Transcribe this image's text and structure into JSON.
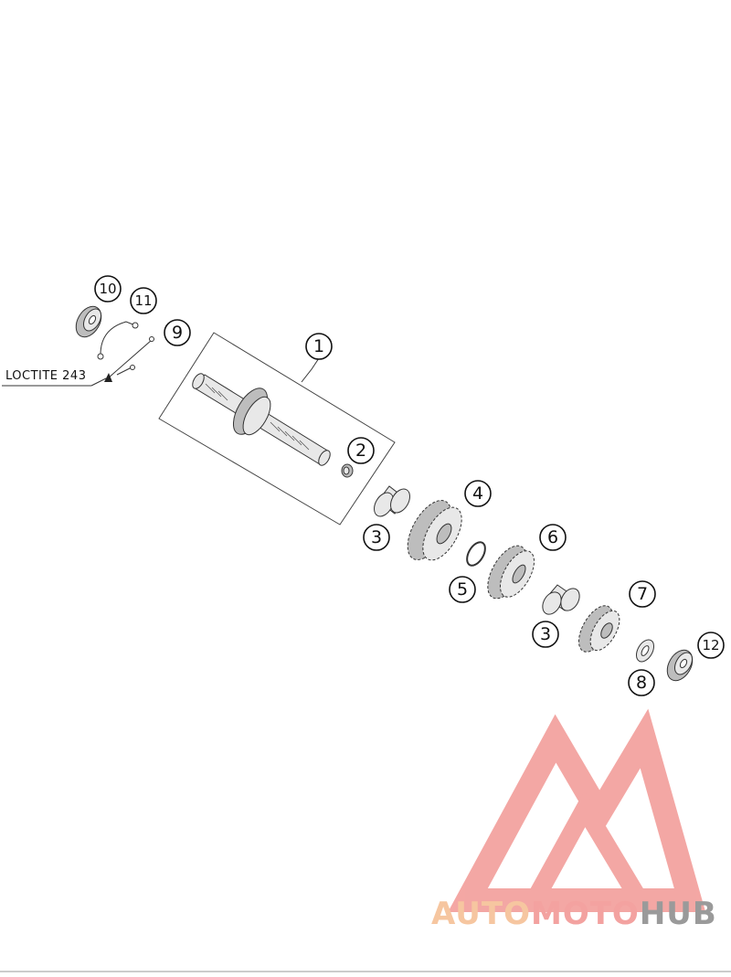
{
  "callouts": [
    {
      "id": "1",
      "label": "1"
    },
    {
      "id": "2",
      "label": "2"
    },
    {
      "id": "3a",
      "label": "3"
    },
    {
      "id": "4",
      "label": "4"
    },
    {
      "id": "5",
      "label": "5"
    },
    {
      "id": "6",
      "label": "6"
    },
    {
      "id": "3b",
      "label": "3"
    },
    {
      "id": "7",
      "label": "7"
    },
    {
      "id": "8",
      "label": "8"
    },
    {
      "id": "9",
      "label": "9"
    },
    {
      "id": "10",
      "label": "10"
    },
    {
      "id": "11",
      "label": "11"
    },
    {
      "id": "12",
      "label": "12"
    }
  ],
  "annotation": {
    "loctite": "LOCTITE 243"
  },
  "watermark": {
    "word1": "AUTO",
    "word2": "MOTO",
    "word3": "HUB",
    "color_auto": "#f6c6a0",
    "color_moto": "#f3a2a0",
    "color_hub": "#9a9a9a"
  }
}
